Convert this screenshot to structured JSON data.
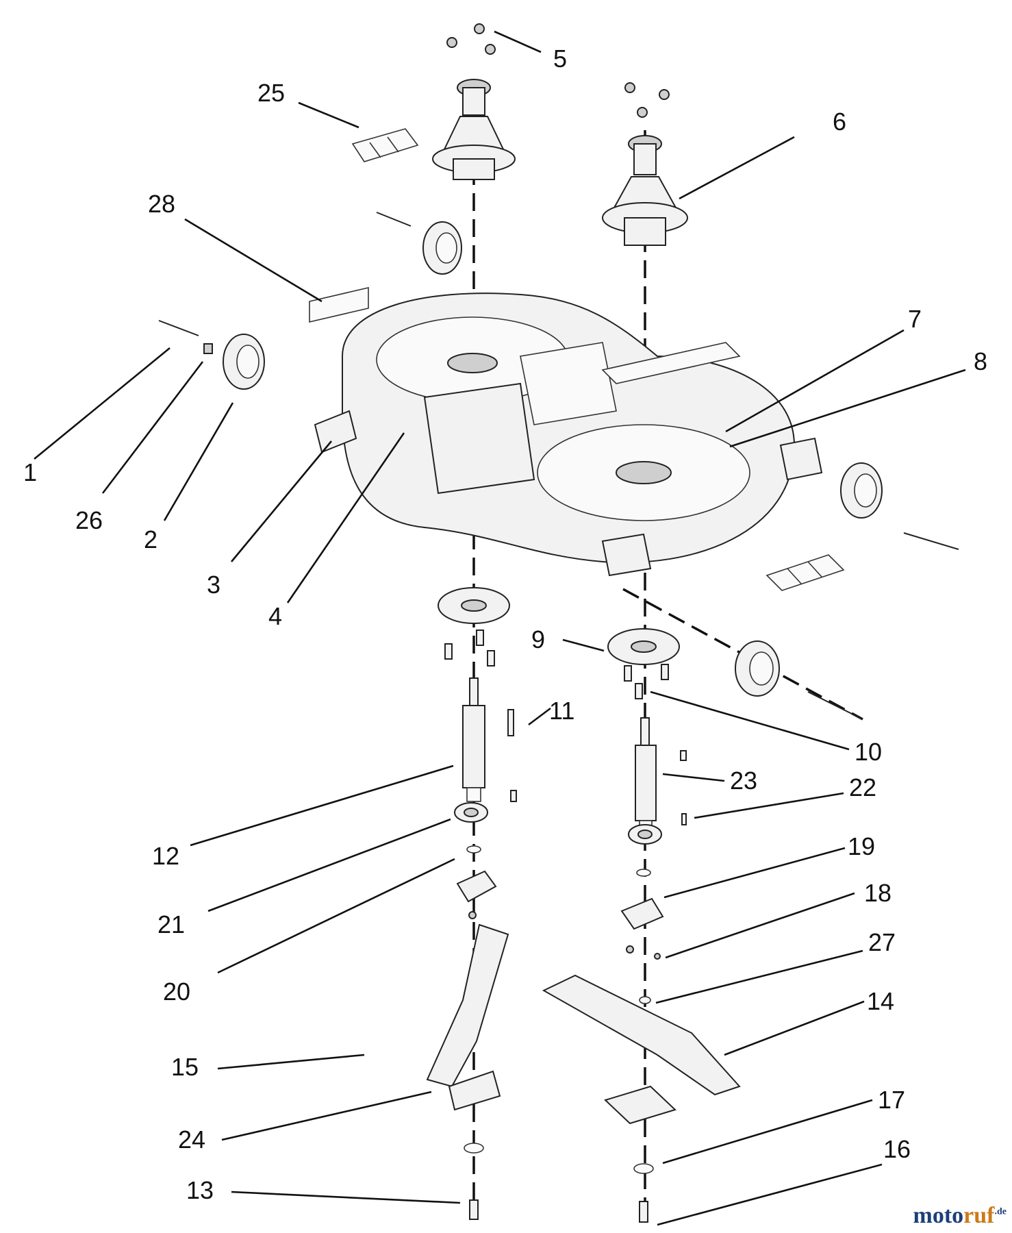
{
  "callouts": [
    {
      "id": "c1",
      "label": "1"
    },
    {
      "id": "c2",
      "label": "2"
    },
    {
      "id": "c3",
      "label": "3"
    },
    {
      "id": "c4",
      "label": "4"
    },
    {
      "id": "c5",
      "label": "5"
    },
    {
      "id": "c6",
      "label": "6"
    },
    {
      "id": "c7",
      "label": "7"
    },
    {
      "id": "c8",
      "label": "8"
    },
    {
      "id": "c9",
      "label": "9"
    },
    {
      "id": "c10",
      "label": "10"
    },
    {
      "id": "c11",
      "label": "11"
    },
    {
      "id": "c12",
      "label": "12"
    },
    {
      "id": "c13",
      "label": "13"
    },
    {
      "id": "c14",
      "label": "14"
    },
    {
      "id": "c15",
      "label": "15"
    },
    {
      "id": "c16",
      "label": "16"
    },
    {
      "id": "c17",
      "label": "17"
    },
    {
      "id": "c18",
      "label": "18"
    },
    {
      "id": "c19",
      "label": "19"
    },
    {
      "id": "c20",
      "label": "20"
    },
    {
      "id": "c21",
      "label": "21"
    },
    {
      "id": "c22",
      "label": "22"
    },
    {
      "id": "c23",
      "label": "23"
    },
    {
      "id": "c24",
      "label": "24"
    },
    {
      "id": "c25",
      "label": "25"
    },
    {
      "id": "c26",
      "label": "26"
    },
    {
      "id": "c27",
      "label": "27"
    },
    {
      "id": "c28",
      "label": "28"
    }
  ],
  "watermark": {
    "main": "moto",
    "accent": "ruf",
    "suffix": ".de"
  },
  "colors": {
    "line": "#111111",
    "watermark_blue": "#1c3f7a",
    "watermark_orange": "#cc7a1a"
  }
}
